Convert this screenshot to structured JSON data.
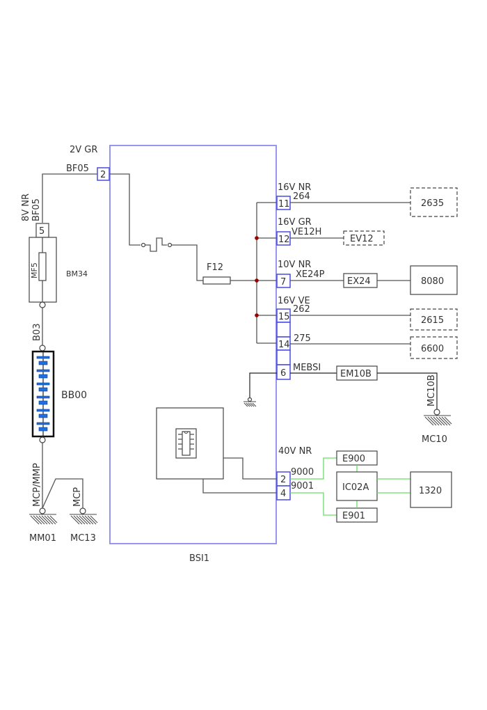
{
  "diagram": {
    "main_unit": {
      "label": "BSI1"
    },
    "left_chain": {
      "top_wire_label": "2V GR",
      "top_wire_code": "BF05",
      "top_pin": "2",
      "vertical_wire_color": "8V NR",
      "vertical_wire_code": "BF05",
      "fusebox_pin": "5",
      "fusebox_fuse": "MF5",
      "fusebox_label": "BM34",
      "link_wire": "B03",
      "battery_label": "BB00",
      "ground_wire_1": "MCP/MMP",
      "ground_wire_2": "MCP",
      "ground_1": "MM01",
      "ground_2": "MC13"
    },
    "internal": {
      "fuse_label": "F12"
    },
    "pins": [
      {
        "pin": "11",
        "wire_color": "16V NR",
        "wire_code": "264",
        "target": "2635",
        "target_style": "dashed"
      },
      {
        "pin": "12",
        "wire_color": "16V GR",
        "wire_code": "VE12H",
        "target": "EV12",
        "target_style": "dashed"
      },
      {
        "pin": "7",
        "wire_color": "10V NR",
        "wire_code": "XE24P",
        "inline": "EX24",
        "target": "8080",
        "target_style": "solid"
      },
      {
        "pin": "15",
        "wire_color": "16V VE",
        "wire_code": "262",
        "target": "2615",
        "target_style": "dashed"
      },
      {
        "pin": "14",
        "wire_color": "",
        "wire_code": "275",
        "target": "6600",
        "target_style": "dashed"
      },
      {
        "pin": "6",
        "wire_color": "",
        "wire_code": "MEBSI",
        "inline": "EM10B",
        "ground_wire": "MC10B",
        "ground": "MC10"
      }
    ],
    "bus": {
      "wire_color": "40V NR",
      "pin_a": "2",
      "pin_b": "4",
      "wire_a": "9000",
      "wire_b": "9001",
      "junction_top": "E900",
      "junction_bottom": "E901",
      "connector": "IC02A",
      "target": "1320",
      "bus_color": "#66e066"
    },
    "colors": {
      "unit_border": "#8a8aee",
      "pin_border": "#4a4ae0",
      "splice_node": "#990000",
      "battery_cell": "#1f6fe0"
    }
  }
}
